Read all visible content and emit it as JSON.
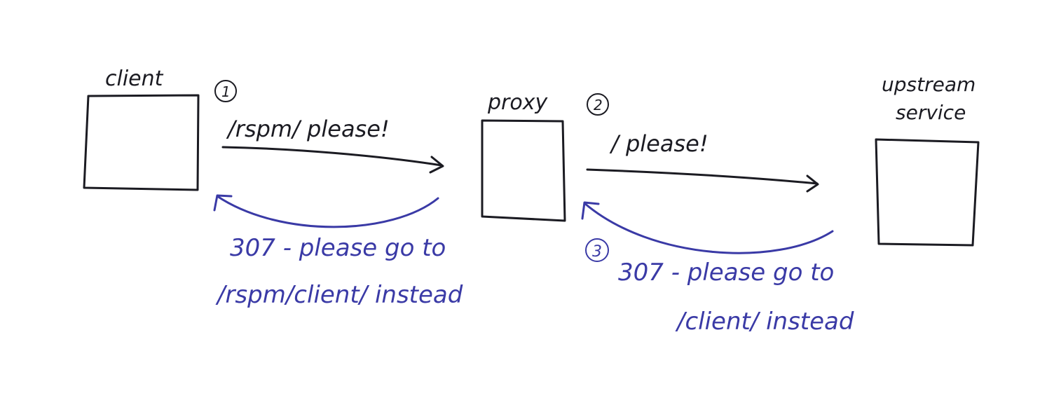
{
  "colors": {
    "request_ink": "#1b1b22",
    "redirect_ink": "#3a3aa6",
    "paper": "#ffffff"
  },
  "nodes": {
    "client": {
      "label": "client"
    },
    "proxy": {
      "label": "proxy"
    },
    "upstream": {
      "label_line1": "upstream",
      "label_line2": "service"
    }
  },
  "steps": {
    "step1": {
      "number": "1",
      "label": "/rspm/ please!"
    },
    "step2": {
      "number": "2",
      "label": "/ please!"
    },
    "step3": {
      "number": "3"
    }
  },
  "redirects": {
    "proxy_to_client": {
      "line1": "307 - please go to",
      "line2": "/rspm/client/ instead"
    },
    "upstream_to_proxy": {
      "line1": "307 - please go to",
      "line2": "/client/  instead"
    }
  }
}
